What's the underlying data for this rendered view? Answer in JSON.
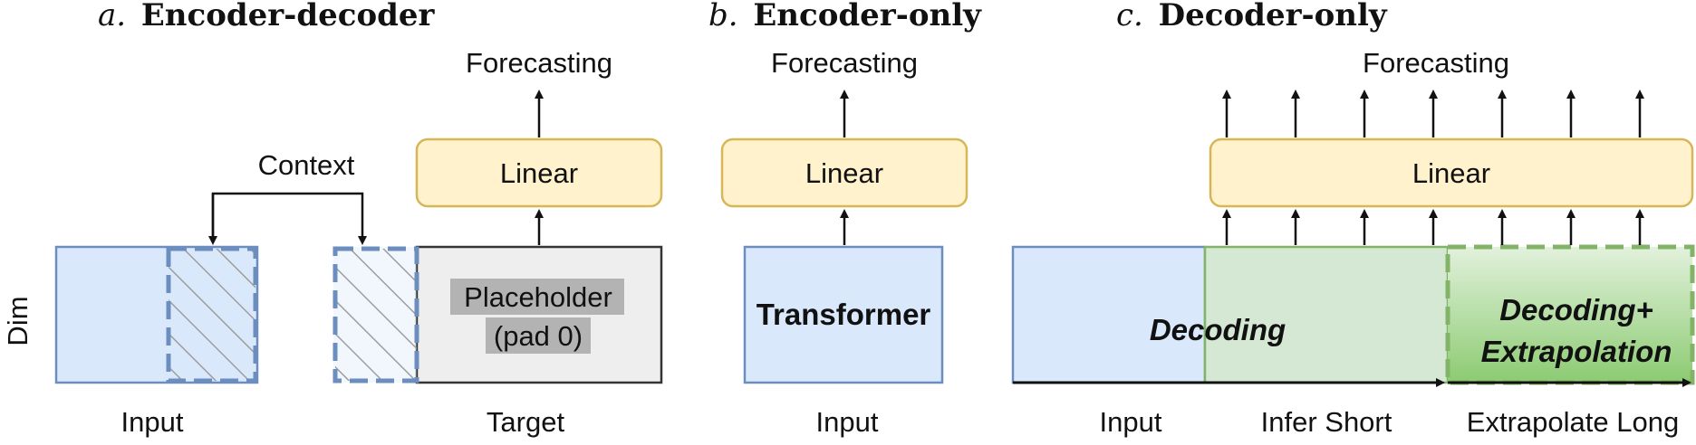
{
  "sections": [
    {
      "prefix": "a.",
      "title": "Encoder-decoder"
    },
    {
      "prefix": "b.",
      "title": "Encoder-only"
    },
    {
      "prefix": "c.",
      "title": "Decoder-only"
    }
  ],
  "encoder_decoder": {
    "forecast_label": "Forecasting",
    "linear_label": "Linear",
    "context_label": "Context",
    "placeholder_line1": "Placeholder",
    "placeholder_line2": "(pad 0)",
    "dim_label": "Dim",
    "input_label": "Input",
    "target_label": "Target"
  },
  "encoder_only": {
    "forecast_label": "Forecasting",
    "linear_label": "Linear",
    "transformer_label": "Transformer",
    "input_label": "Input"
  },
  "decoder_only": {
    "forecast_label": "Forecasting",
    "linear_label": "Linear",
    "decoding_label": "Decoding",
    "extrap_line1": "Decoding+",
    "extrap_line2": "Extrapolation",
    "input_label": "Input",
    "infer_label": "Infer Short",
    "extrapolate_label": "Extrapolate Long"
  },
  "colors": {
    "input_fill": "#dae8fc",
    "input_stroke": "#6c8ebf",
    "linear_fill": "#fff2cc",
    "linear_stroke": "#d6b656",
    "target_fill": "#eeeeee",
    "decoding_fill": "#d5e8d4",
    "decoding_stroke": "#82b366",
    "extrap_fill_top": "#dff0da",
    "extrap_fill_bottom": "#8ccb72"
  }
}
